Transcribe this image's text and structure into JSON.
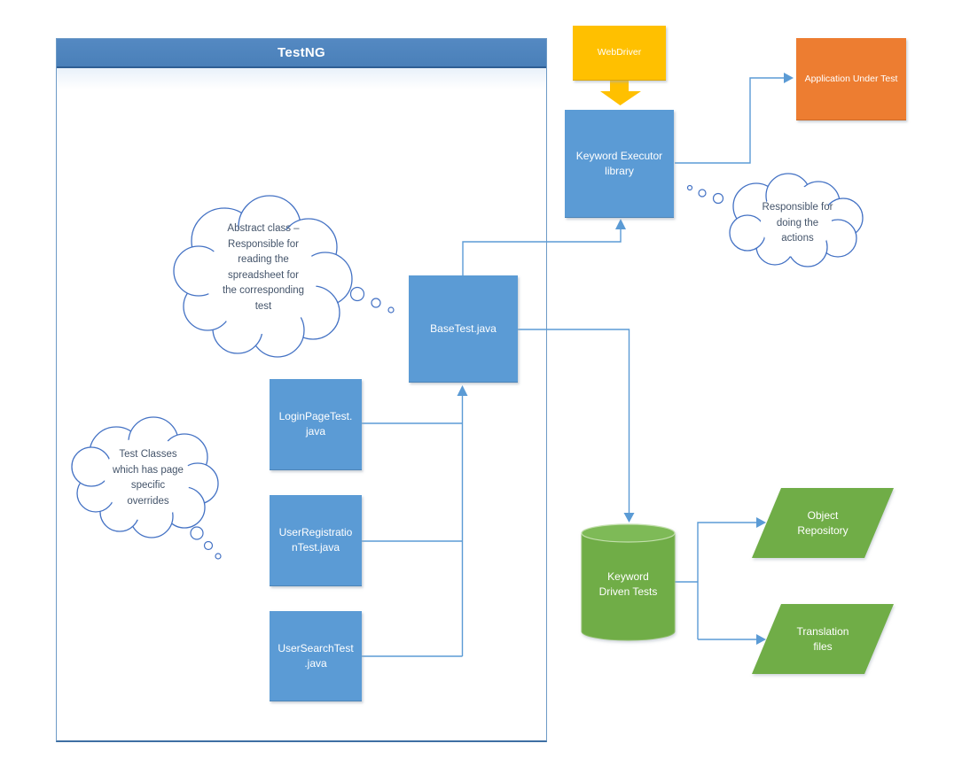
{
  "container": {
    "title": "TestNG"
  },
  "palette": {
    "blue": "#5B9BD5",
    "yellow": "#FFC000",
    "orange": "#ED7D31",
    "green": "#70AD47",
    "connector": "#5B9BD5",
    "cloud_outline": "#4472C4",
    "cloud_text": "#44546A",
    "header_blue": "#4E83BD"
  },
  "nodes": {
    "webdriver": {
      "label": "WebDriver",
      "color": "#FFC000"
    },
    "keyword_executor_library": {
      "label": "Keyword Executor library",
      "lines": [
        "Keyword Executor",
        "library"
      ],
      "color": "#5B9BD5"
    },
    "application_under_test": {
      "label": "Application Under Test",
      "color": "#ED7D31"
    },
    "basetest": {
      "label": "BaseTest.java",
      "color": "#5B9BD5"
    },
    "login_page_test": {
      "label": "LoginPageTest.java",
      "lines": [
        "LoginPageTest.",
        "java"
      ],
      "color": "#5B9BD5"
    },
    "user_registration_test": {
      "label": "UserRegistrationTest.java",
      "lines": [
        "UserRegistratio",
        "nTest.java"
      ],
      "color": "#5B9BD5"
    },
    "user_search_test": {
      "label": "UserSearchTest.java",
      "lines": [
        "UserSearchTest",
        ".java"
      ],
      "color": "#5B9BD5"
    },
    "keyword_driven_tests": {
      "label": "Keyword Driven Tests",
      "lines": [
        "Keyword",
        "Driven Tests"
      ],
      "color": "#70AD47"
    },
    "object_repository": {
      "label": "Object Repository",
      "lines": [
        "Object",
        "Repository"
      ],
      "color": "#70AD47"
    },
    "translation_files": {
      "label": "Translation files",
      "lines": [
        "Translation",
        "files"
      ],
      "color": "#70AD47"
    }
  },
  "callouts": {
    "abstract_class": {
      "text": "Abstract class – Responsible for reading the spreadsheet for the corresponding test",
      "lines": [
        "Abstract class –",
        "Responsible for",
        "reading the",
        "spreadsheet for",
        "the corresponding",
        "test"
      ]
    },
    "test_classes": {
      "text": "Test Classes which has page specific overrides",
      "lines": [
        "Test Classes",
        "which has page",
        "specific",
        "overrides"
      ]
    },
    "responsible_for_actions": {
      "text": "Responsible for doing the actions",
      "lines": [
        "Responsible for",
        "doing the",
        "actions"
      ]
    }
  }
}
